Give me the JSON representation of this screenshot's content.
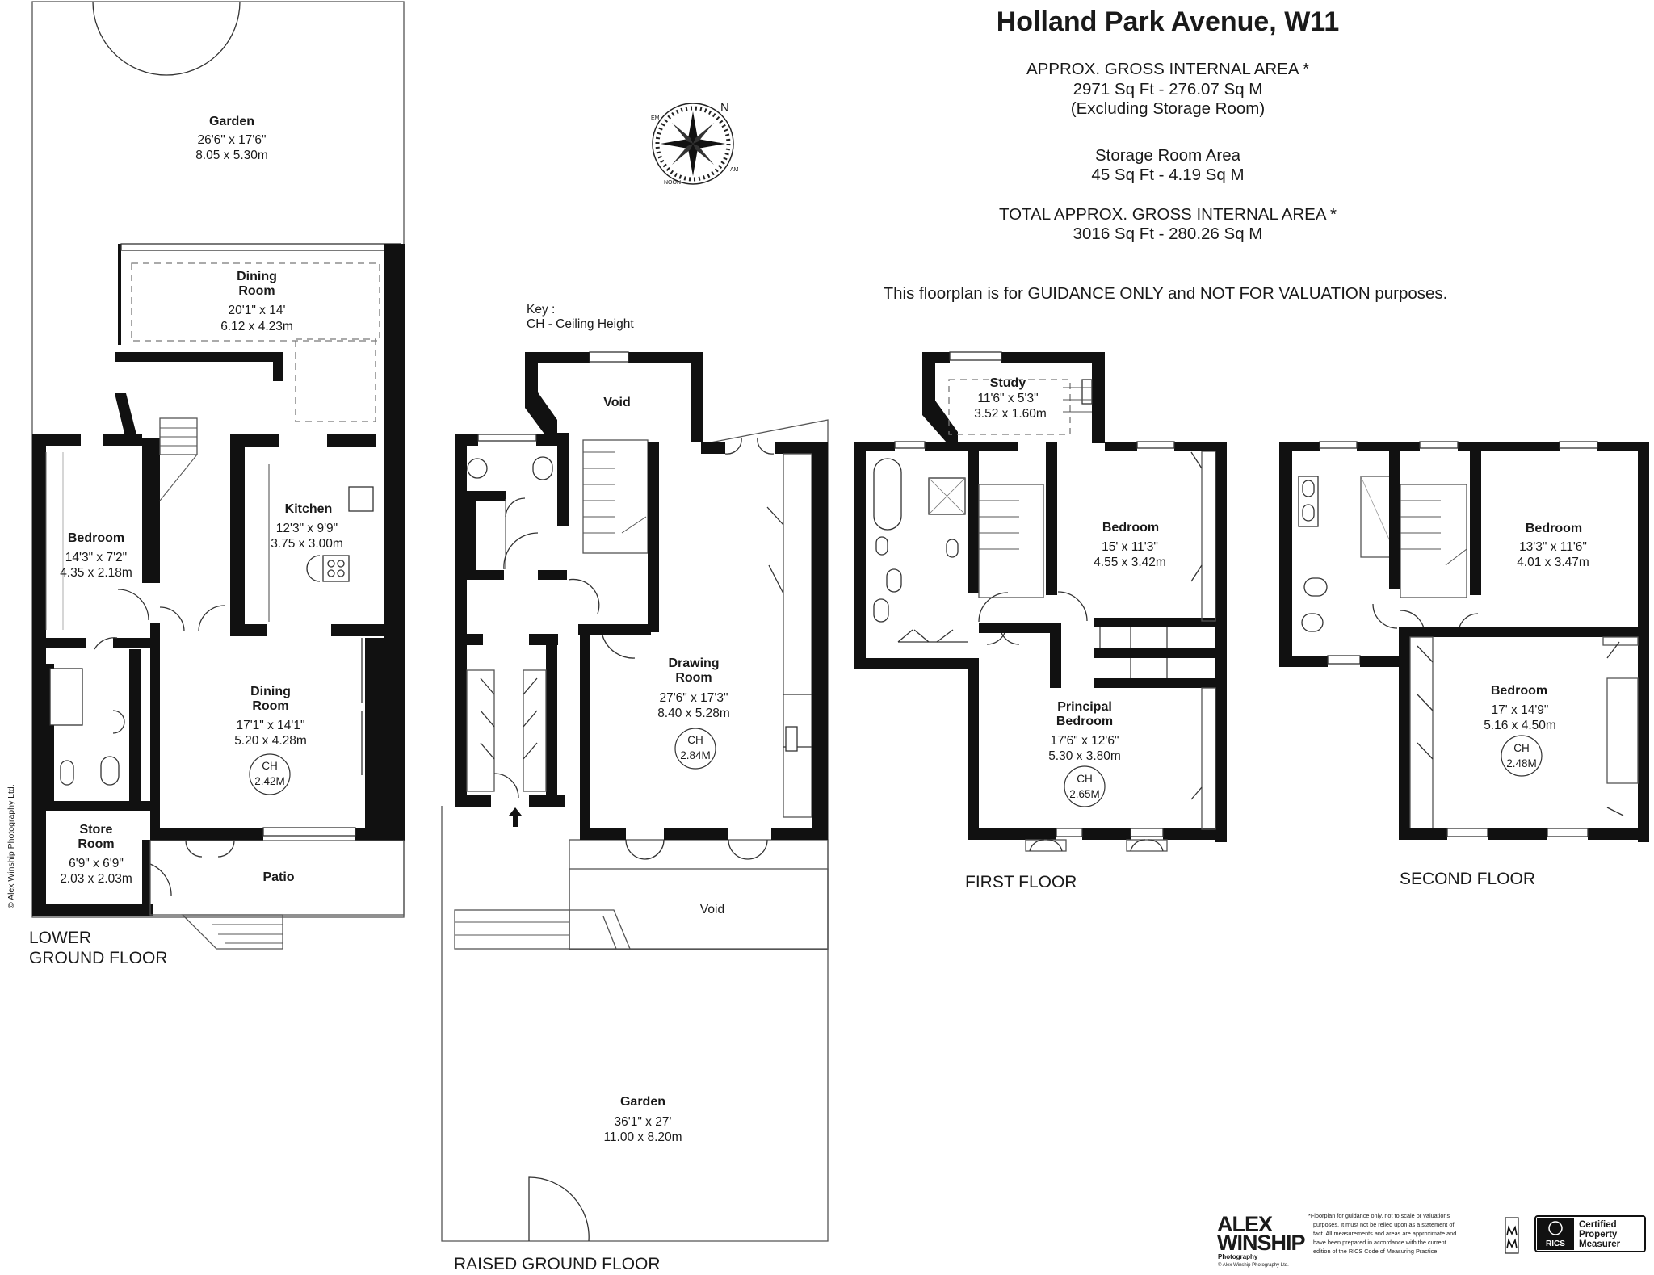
{
  "header": {
    "title": "Holland Park Avenue, W11",
    "area_label": "APPROX. GROSS INTERNAL  AREA *",
    "area_value": "2971 Sq Ft  -  276.07 Sq M",
    "area_note": "(Excluding Storage Room)",
    "storage_label": "Storage Room Area",
    "storage_value": "45 Sq Ft  - 4.19 Sq M",
    "total_label": "TOTAL  APPROX. GROSS INTERNAL  AREA *",
    "total_value": "3016 Sq Ft  -  280.26 Sq M",
    "disclaimer": "This floorplan is for GUIDANCE ONLY and NOT FOR VALUATION purposes."
  },
  "key": {
    "title": "Key :",
    "entry": "CH - Ceiling Height"
  },
  "compass": {
    "north": "N",
    "labels": [
      "EM",
      "AM",
      "NOON"
    ]
  },
  "copyright_side": "© Alex Winship Photography Ltd.",
  "floors": {
    "lower_ground": {
      "label_line1": "LOWER",
      "label_line2": "GROUND FLOOR",
      "garden": {
        "name": "Garden",
        "dim_imp": "26'6\" x 17'6\"",
        "dim_met": "8.05 x 5.30m"
      },
      "dining_top": {
        "name_l1": "Dining",
        "name_l2": "Room",
        "dim_imp": "20'1\" x 14'",
        "dim_met": "6.12 x 4.23m"
      },
      "kitchen": {
        "name": "Kitchen",
        "dim_imp": "12'3\" x 9'9\"",
        "dim_met": "3.75 x 3.00m"
      },
      "bedroom": {
        "name": "Bedroom",
        "dim_imp": "14'3\" x 7'2\"",
        "dim_met": "4.35 x 2.18m"
      },
      "dining_main": {
        "name_l1": "Dining",
        "name_l2": "Room",
        "dim_imp": "17'1\" x 14'1\"",
        "dim_met": "5.20 x 4.28m",
        "ch_label": "CH",
        "ch_value": "2.42M"
      },
      "store": {
        "name_l1": "Store",
        "name_l2": "Room",
        "dim_imp": "6'9\" x 6'9\"",
        "dim_met": "2.03 x 2.03m"
      },
      "patio": {
        "name": "Patio"
      }
    },
    "raised_ground": {
      "label": "RAISED GROUND FLOOR",
      "void_top": "Void",
      "drawing": {
        "name_l1": "Drawing",
        "name_l2": "Room",
        "dim_imp": "27'6\" x 17'3\"",
        "dim_met": "8.40 x 5.28m",
        "ch_label": "CH",
        "ch_value": "2.84M"
      },
      "void_mid": "Void",
      "garden": {
        "name": "Garden",
        "dim_imp": "36'1\" x 27'",
        "dim_met": "11.00 x 8.20m"
      }
    },
    "first": {
      "label": "FIRST FLOOR",
      "study": {
        "name": "Study",
        "dim_imp": "11'6\" x 5'3\"",
        "dim_met": "3.52 x 1.60m"
      },
      "bedroom": {
        "name": "Bedroom",
        "dim_imp": "15' x 11'3\"",
        "dim_met": "4.55 x 3.42m"
      },
      "principal": {
        "name_l1": "Principal",
        "name_l2": "Bedroom",
        "dim_imp": "17'6\" x 12'6\"",
        "dim_met": "5.30 x 3.80m",
        "ch_label": "CH",
        "ch_value": "2.65M"
      }
    },
    "second": {
      "label": "SECOND FLOOR",
      "bedroom_a": {
        "name": "Bedroom",
        "dim_imp": "13'3\" x 11'6\"",
        "dim_met": "4.01 x 3.47m"
      },
      "bedroom_b": {
        "name": "Bedroom",
        "dim_imp": "17' x 14'9\"",
        "dim_met": "5.16 x 4.50m",
        "ch_label": "CH",
        "ch_value": "2.48M"
      }
    }
  },
  "footer": {
    "logo_l1": "ALEX",
    "logo_l2": "WINSHIP",
    "logo_l3": "Photography",
    "logo_l4": "© Alex Winship Photography Ltd.",
    "fine_print": [
      "*Floorplan for guidance only, not to scale or valuations",
      "purposes. It must not be relied upon as a statement of",
      "fact. All measurements and areas are approximate and",
      "have been prepared in accordance with the current",
      "edition of the RICS Code of Measuring Practice."
    ],
    "rics_badge": "RICS",
    "certified_l1": "Certified",
    "certified_l2": "Property",
    "certified_l3": "Measurer"
  }
}
